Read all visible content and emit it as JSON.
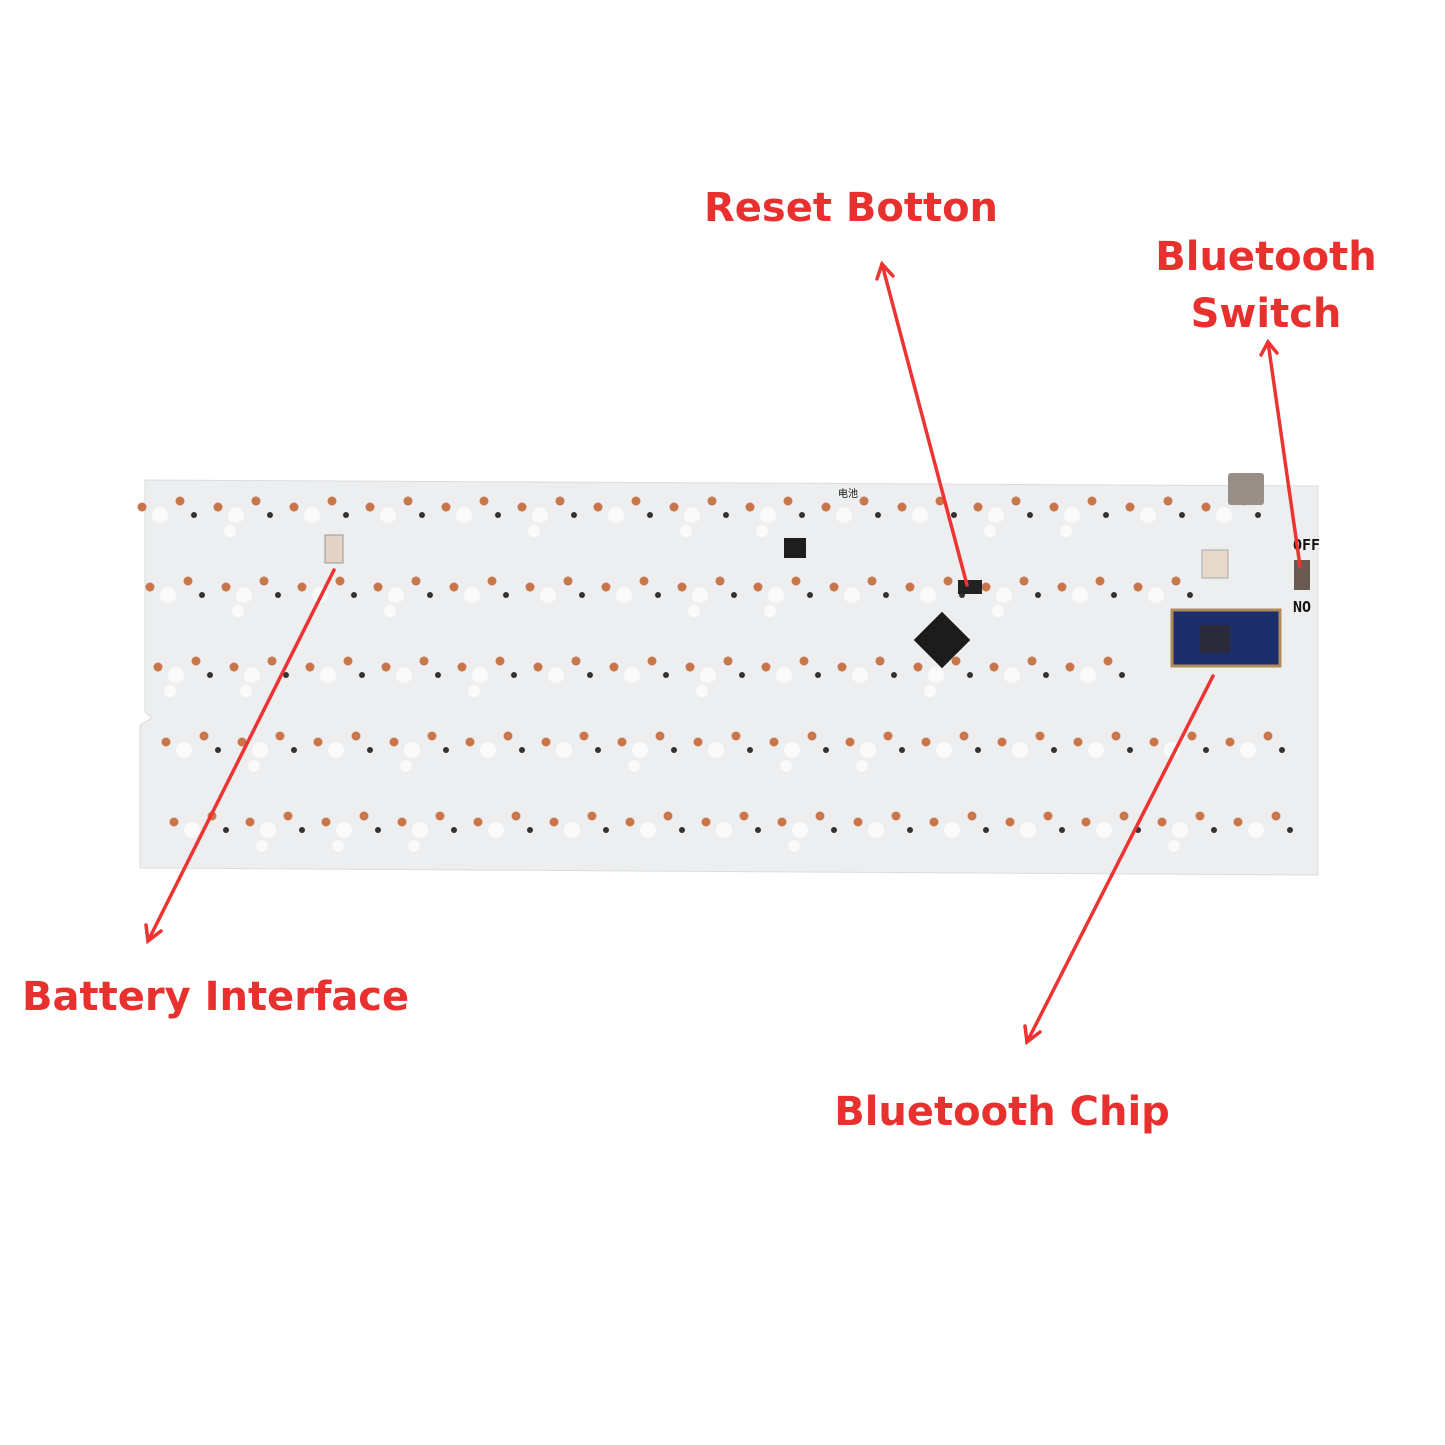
{
  "annotations": {
    "reset_button": "Reset Botton",
    "bluetooth_switch_line1": "Bluetooth",
    "bluetooth_switch_line2": "Switch",
    "battery_interface": "Battery Interface",
    "bluetooth_chip": "Bluetooth Chip"
  },
  "pcb_silkscreen": {
    "off": "OFF",
    "on": "NO",
    "battery": "电池"
  },
  "colors": {
    "annotation": "#e8302f",
    "board": "#eceef0",
    "pad": "#c8764a",
    "module": "#1d2f6b"
  }
}
